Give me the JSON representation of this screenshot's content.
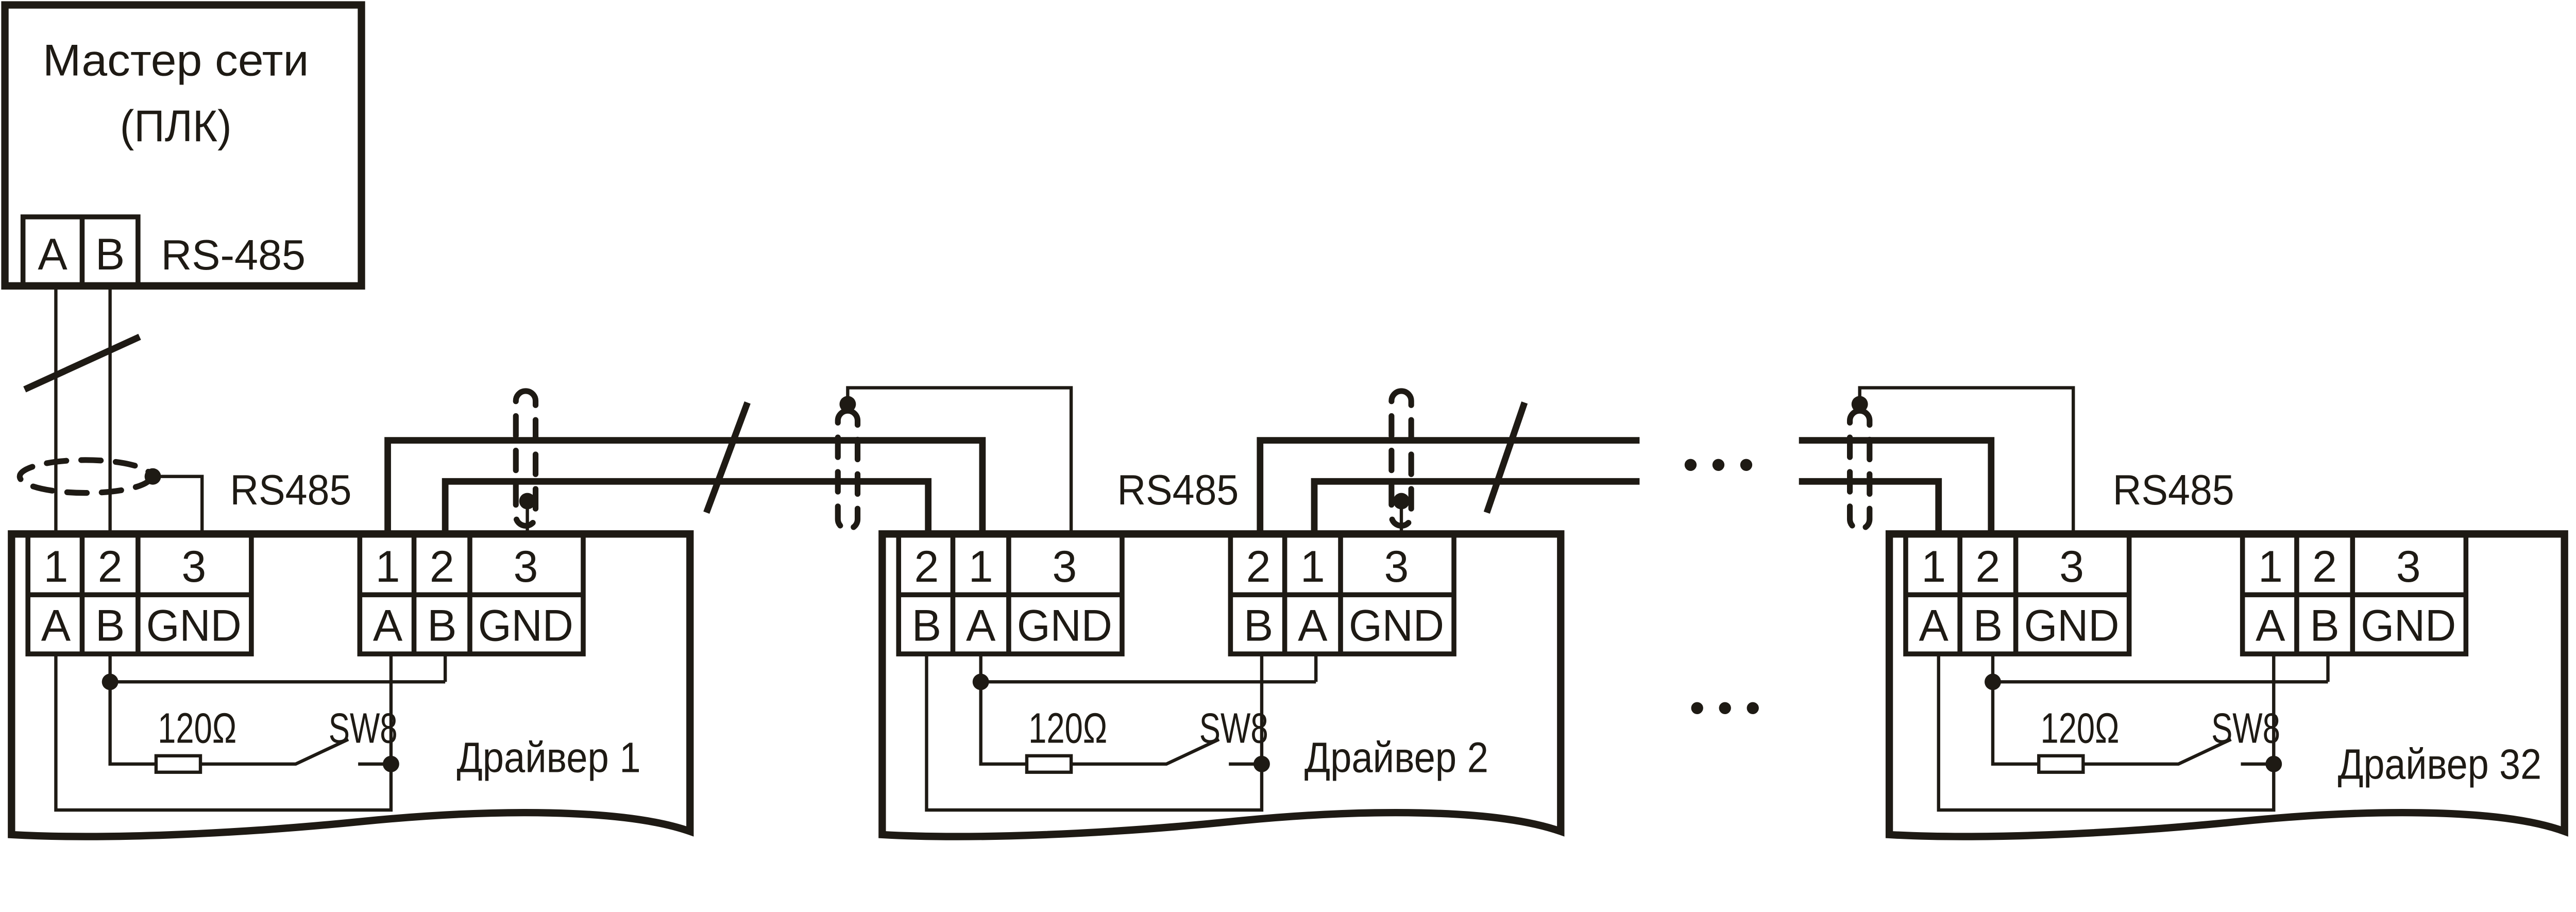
{
  "master": {
    "title_line1": "Мастер сети",
    "title_line2": "(ПЛК)",
    "terminals": [
      "A",
      "B"
    ],
    "interface": "RS-485"
  },
  "rs485_label": "RS485",
  "drivers": [
    {
      "name": "Драйвер 1",
      "block1_numbers": [
        "1",
        "2",
        "3"
      ],
      "block1_signals": [
        "A",
        "B",
        "GND"
      ],
      "block2_numbers": [
        "1",
        "2",
        "3"
      ],
      "block2_signals": [
        "A",
        "B",
        "GND"
      ]
    },
    {
      "name": "Драйвер 2",
      "block1_numbers": [
        "2",
        "1",
        "3"
      ],
      "block1_signals": [
        "B",
        "A",
        "GND"
      ],
      "block2_numbers": [
        "2",
        "1",
        "3"
      ],
      "block2_signals": [
        "B",
        "A",
        "GND"
      ]
    },
    {
      "name": "Драйвер 32",
      "block1_numbers": [
        "1",
        "2",
        "3"
      ],
      "block1_signals": [
        "A",
        "B",
        "GND"
      ],
      "block2_numbers": [
        "1",
        "2",
        "3"
      ],
      "block2_signals": [
        "A",
        "B",
        "GND"
      ]
    }
  ],
  "terminator": {
    "resistor": "120Ω",
    "switch": "SW8"
  },
  "ellipsis": "• • •"
}
